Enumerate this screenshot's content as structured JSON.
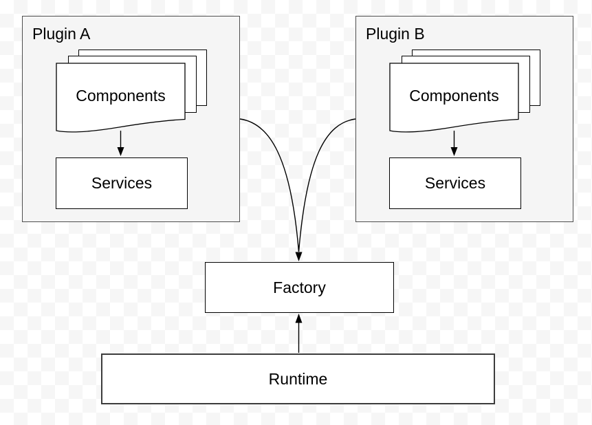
{
  "canvas": {
    "background": "transparency-checkerboard"
  },
  "nodes": {
    "plugin_a": {
      "title": "Plugin A",
      "components": "Components",
      "services": "Services"
    },
    "plugin_b": {
      "title": "Plugin B",
      "components": "Components",
      "services": "Services"
    },
    "factory": {
      "label": "Factory"
    },
    "runtime": {
      "label": "Runtime"
    }
  },
  "edges": [
    {
      "from": "plugin_a_components",
      "to": "plugin_a_services",
      "style": "straight-arrow-down"
    },
    {
      "from": "plugin_b_components",
      "to": "plugin_b_services",
      "style": "straight-arrow-down"
    },
    {
      "from": "plugin_a",
      "to": "factory",
      "style": "curved-arrow"
    },
    {
      "from": "plugin_b",
      "to": "factory",
      "style": "curved-arrow"
    },
    {
      "from": "runtime",
      "to": "factory",
      "style": "straight-arrow-up"
    }
  ],
  "colors": {
    "container_fill": "#f5f5f5",
    "container_stroke": "#4d4d4d",
    "node_fill": "#ffffff",
    "node_stroke": "#000000",
    "connector": "#000000",
    "text": "#000000",
    "checker_light": "#ffffff",
    "checker_dark": "#f6f6f6"
  }
}
